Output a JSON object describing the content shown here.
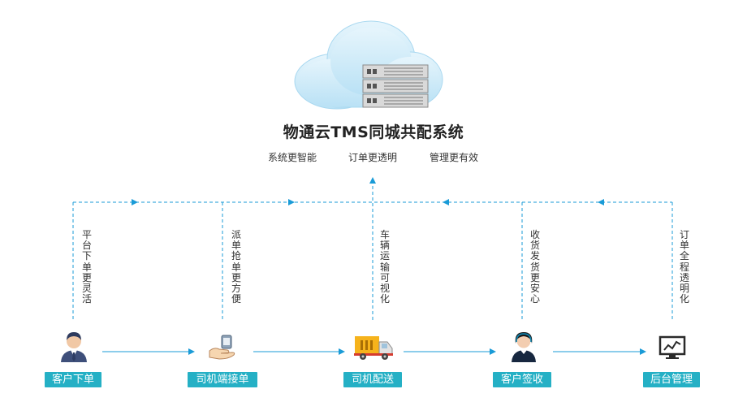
{
  "title": "物通云TMS同城共配系统",
  "tags": [
    "系统更智能",
    "订单更透明",
    "管理更有效"
  ],
  "features": [
    "平台下单更灵活",
    "派单抢单更方便",
    "车辆运输可视化",
    "收货发货更安心",
    "订单全程透明化"
  ],
  "steps": [
    {
      "label": "客户下单",
      "icon": "customer-icon"
    },
    {
      "label": "司机端接单",
      "icon": "hand-phone-icon"
    },
    {
      "label": "司机配送",
      "icon": "truck-icon"
    },
    {
      "label": "客户签收",
      "icon": "service-agent-icon"
    },
    {
      "label": "后台管理",
      "icon": "monitor-chart-icon"
    }
  ],
  "colors": {
    "accent": "#1a9bd7",
    "label_bg": "#25b0c5",
    "cloud": "#c8e8f8"
  }
}
